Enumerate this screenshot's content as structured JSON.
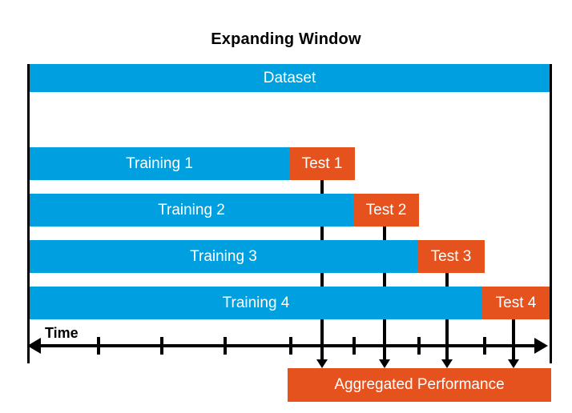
{
  "title": "Expanding Window",
  "dataset": {
    "label": "Dataset"
  },
  "rows": [
    {
      "training": "Training 1",
      "test": "Test 1"
    },
    {
      "training": "Training 2",
      "test": "Test 2"
    },
    {
      "training": "Training 3",
      "test": "Test 3"
    },
    {
      "training": "Training 4",
      "test": "Test 4"
    }
  ],
  "axis": {
    "label": "Time",
    "tick_count": 7
  },
  "aggregate": {
    "label": "Aggregated Performance"
  },
  "colors": {
    "training_blue": "#00A0E0",
    "test_orange": "#E5521D",
    "line_black": "#000000"
  }
}
